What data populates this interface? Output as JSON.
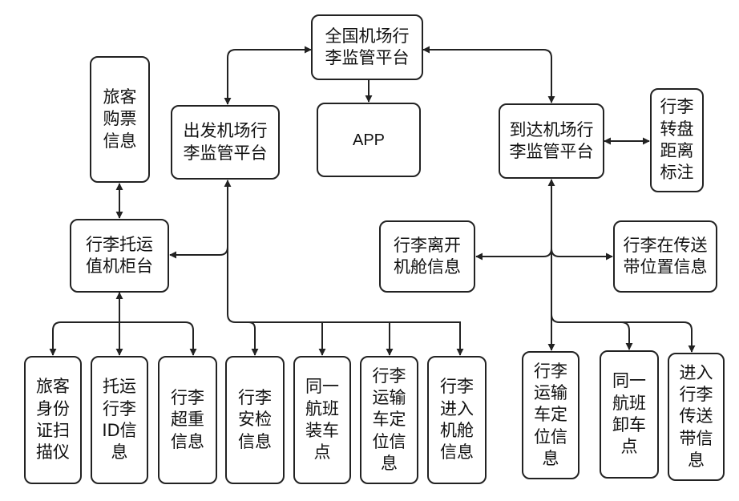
{
  "diagram": {
    "national_platform": "全国机场行\n李监管平台",
    "app": "APP",
    "departure_platform": "出发机场行\n李监管平台",
    "arrival_platform": "到达机场行\n李监管平台",
    "passenger_ticket_info": "旅客\n购票\n信息",
    "checkin_counter": "行李托运\n值机柜台",
    "carousel_distance_label": "行李\n转盘\n距离\n标注",
    "baggage_leave_cabin_info": "行李离开\n机舱信息",
    "baggage_on_conveyor_position": "行李在传送\n带位置信息",
    "id_scanner": "旅客\n身份\n证扫\n描仪",
    "checked_baggage_id": "托运\n行李\nID信\n息",
    "overweight_info": "行李\n超重\n信息",
    "security_check_info": "行李\n安检\n信息",
    "same_flight_loading_point": "同一\n航班\n装车\n点",
    "departure_vehicle_location": "行李\n运输\n车定\n位信\n息",
    "enter_cabin_info": "行李\n进入\n机舱\n信息",
    "arrival_vehicle_location": "行李\n运输\n车定\n位信\n息",
    "same_flight_unloading_point": "同一\n航班\n卸车\n点",
    "enter_conveyor_info": "进入\n行李\n传送\n带信\n息"
  }
}
